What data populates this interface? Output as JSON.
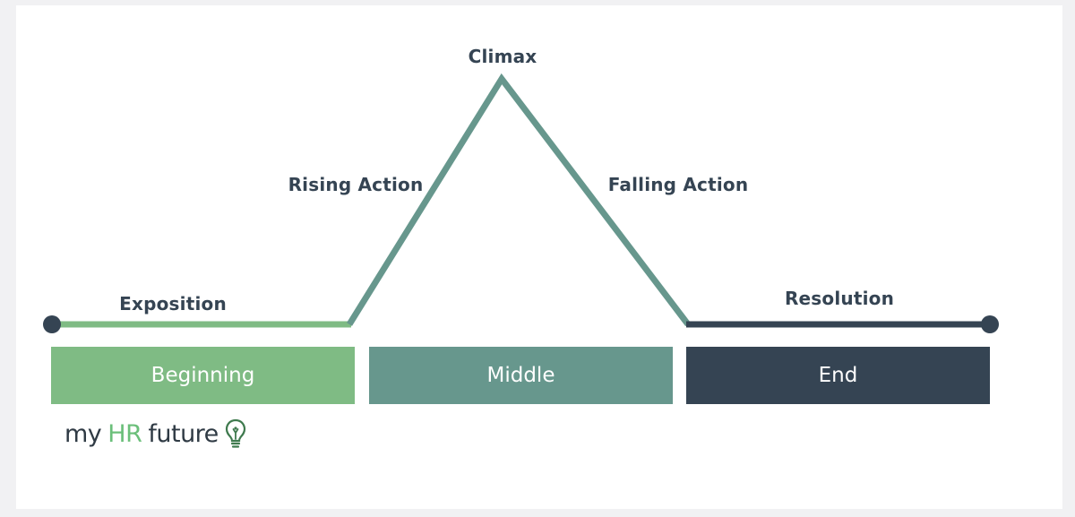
{
  "stages": {
    "climax": "Climax",
    "rising_action": "Rising Action",
    "falling_action": "Falling Action",
    "exposition": "Exposition",
    "resolution": "Resolution"
  },
  "blocks": {
    "beginning": "Beginning",
    "middle": "Middle",
    "end": "End"
  },
  "logo": {
    "part1": "my",
    "part2": "HR",
    "part3": "future"
  },
  "colors": {
    "beginning": "#7fbb84",
    "middle": "#67978d",
    "end": "#354453",
    "arc": "#67978d",
    "text": "#354453"
  },
  "icons": {
    "logo_icon": "lightbulb-icon"
  }
}
